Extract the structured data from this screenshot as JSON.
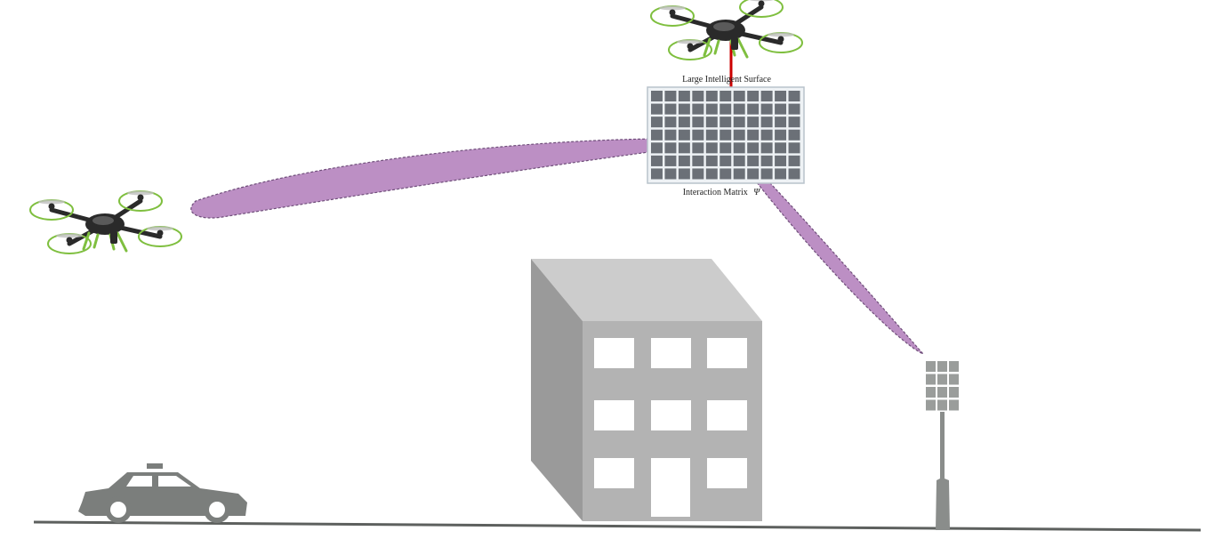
{
  "labels": {
    "surface": "Large Intelligent Surface",
    "matrix": "Interaction Matrix",
    "matrix_symbol": "Ψ"
  },
  "colors": {
    "beam": "#a970b4",
    "panel_cell": "#6b7077",
    "panel_frame": "#b9c3cc",
    "building_front": "#b3b3b3",
    "building_side": "#9a9a9a",
    "building_roof": "#cccccc",
    "vehicle": "#7b7e7c",
    "ground": "#5d605e",
    "tether": "#cc0000",
    "drone_body": "#2a2a2a",
    "drone_accent": "#7fbf3f"
  },
  "panel": {
    "rows": 7,
    "cols": 11
  },
  "base_station": {
    "rows": 4,
    "cols": 3
  },
  "building": {
    "window_rows": 3,
    "window_cols": 3
  }
}
